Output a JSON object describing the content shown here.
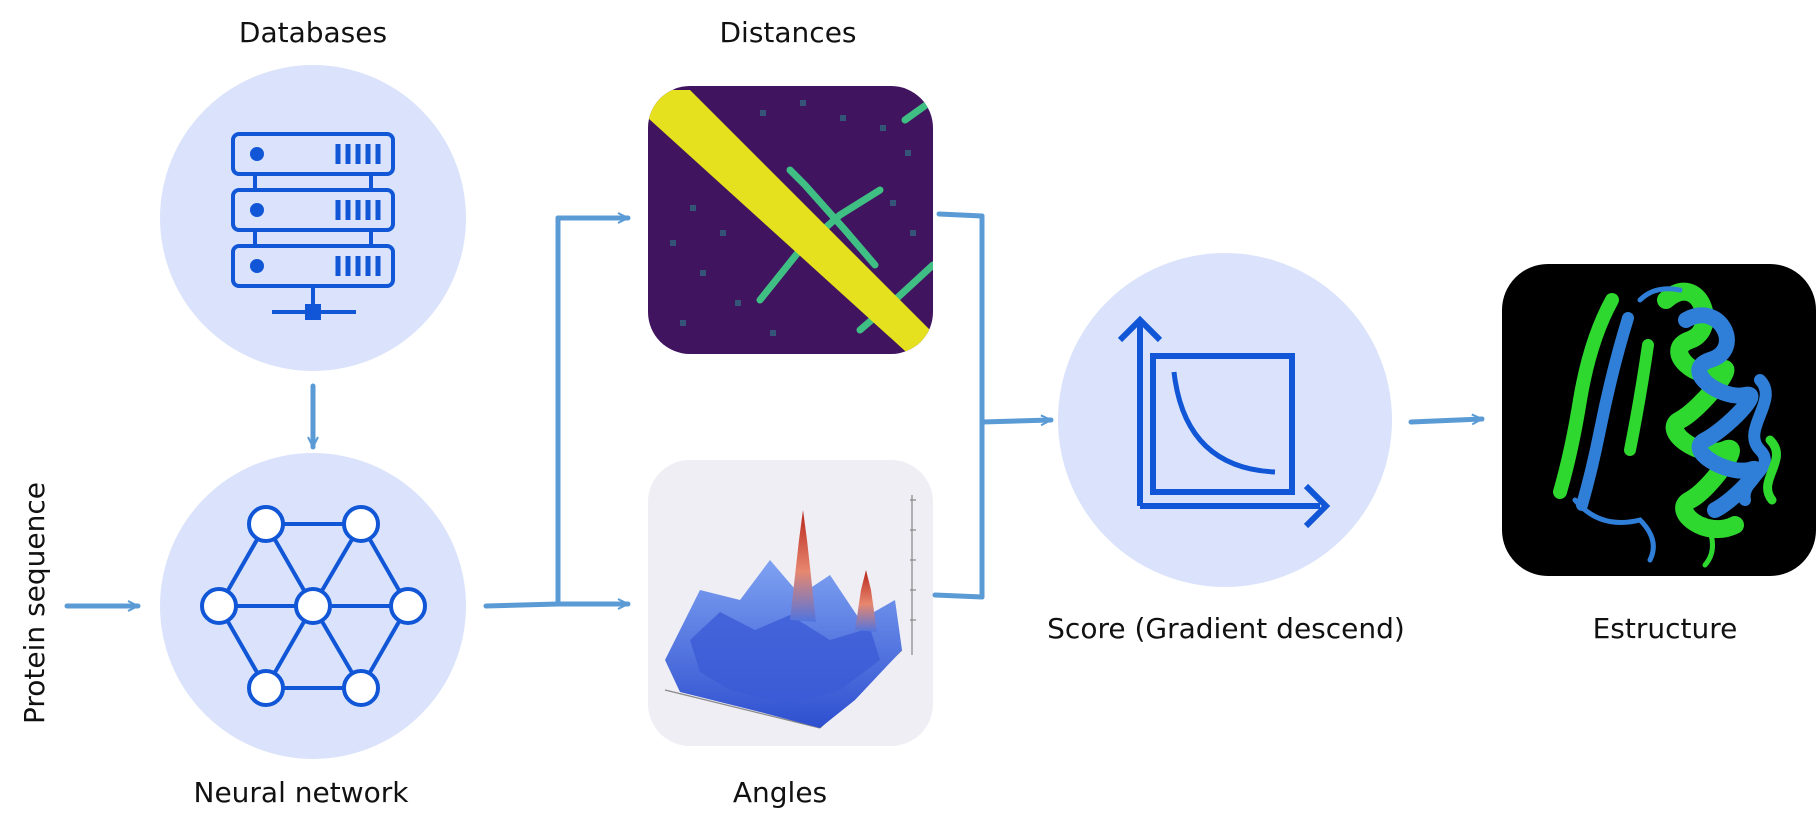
{
  "labels": {
    "input": "Protein sequence",
    "databases": "Databases",
    "neural_network": "Neural network",
    "distances": "Distances",
    "angles": "Angles",
    "score": "Score (Gradient descend)",
    "structure": "Estructure"
  },
  "icons": {
    "databases": "server-stack-icon",
    "neural_network": "network-graph-icon",
    "score": "descending-curve-plot-icon"
  },
  "images": {
    "distances": "distance-contact-map",
    "angles": "3d-angle-surface-plot",
    "structure": "protein-ribbon-structure"
  },
  "colors": {
    "arrow": "#5b9bd5",
    "circle_fill": "#dae3fb",
    "icon_blue": "#1056d6",
    "heatmap_bg": "#40145e",
    "heatmap_diag": "#e6e11e",
    "heatmap_band": "#3fbf84",
    "structure_bg": "#000000",
    "helix_blue": "#2f7fd8",
    "helix_green": "#2ed82e"
  }
}
